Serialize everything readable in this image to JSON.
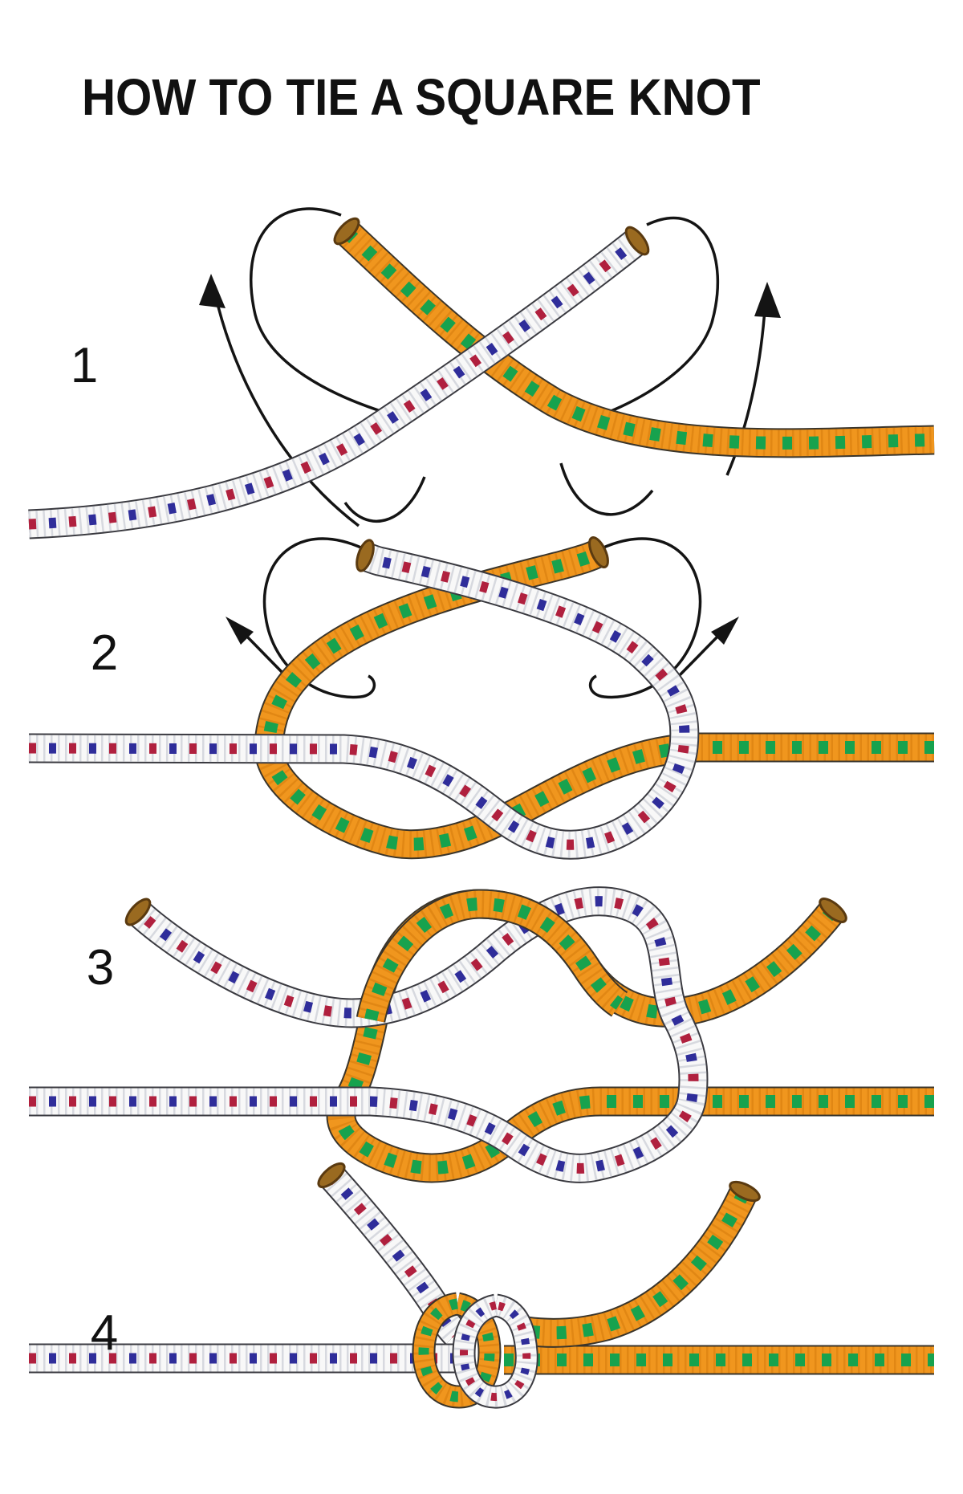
{
  "title": "HOW TO TIE A SQUARE KNOT",
  "background": "#FFFFFF",
  "text_color": "#111111",
  "steps": [
    {
      "label": "1"
    },
    {
      "label": "2"
    },
    {
      "label": "3"
    },
    {
      "label": "4"
    }
  ],
  "ropes": [
    {
      "name": "white-rope",
      "base_color": "#F8F8F8",
      "mark_colors": [
        "#B0203E",
        "#2F2D9A"
      ],
      "outline": "#3A3A40"
    },
    {
      "name": "orange-rope",
      "base_color": "#F0961E",
      "mark_colors": [
        "#17A24E"
      ],
      "outline": "#3A352B"
    }
  ],
  "arrow_color": "#141414",
  "rope_end_cap_color": "#9A6A20"
}
